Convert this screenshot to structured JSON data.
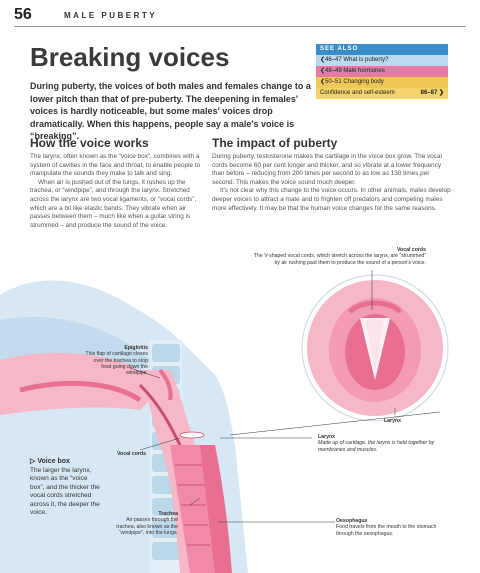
{
  "header": {
    "page_number": "56",
    "section": "MALE PUBERTY"
  },
  "title": "Breaking voices",
  "intro": "During puberty, the voices of both males and females change to a lower pitch than that of pre-puberty. The deepening in females' voices is hardly noticeable, but some males' voices drop dramatically. When this happens, people say a male's voice is “breaking”.",
  "see_also": {
    "heading": "SEE ALSO",
    "items": [
      {
        "label": "❮46–47 What is puberty?",
        "page": ""
      },
      {
        "label": "❮48–49 Male hormones",
        "page": ""
      },
      {
        "label": "❮50–51 Changing body",
        "page": ""
      },
      {
        "label": "Confidence and self-esteem",
        "page": "86–87 ❯"
      }
    ]
  },
  "left_column": {
    "title": "How the voice works",
    "paragraphs": [
      "The larynx, often known as the “voice box”, combines with a system of cavities in the face and throat, to enable people to manipulate the sounds they make to talk and sing.",
      "When air is pushed out of the lungs, it rushes up the trachea, or “windpipe”, and through the larynx. Stretched across the larynx are two vocal ligaments, or “vocal cords”, which are a bit like elastic bands. They vibrate when air passes between them – much like when a guitar string is strummed – and produce the sound of the voice."
    ]
  },
  "right_column": {
    "title": "The impact of puberty",
    "paragraphs": [
      "During puberty, testosterone makes the cartilage in the voice box grow. The vocal cords become 60 per cent longer and thicker, and so vibrate at a lower frequency than before – reducing from 200 times per second to as low as 130 times per second. This makes the voice sound much deeper.",
      "It's not clear why this change to the voice occurs. In other animals, males develop deeper voices to attract a mate and to frighten off predators and competing males more effectively. It may be that the human voice changes for the same reasons."
    ]
  },
  "annotations": {
    "vocal_cords_top": {
      "title": "Vocal cords",
      "text": "The V-shaped vocal cords, which stretch across the larynx, are “strummed” by air rushing past them to produce the sound of a person's voice."
    },
    "epiglottis": {
      "title": "Epiglottis",
      "text": "This flap of cartilage closes over the trachea to stop food going down the windpipe."
    },
    "larynx_right": {
      "title": "Larynx"
    },
    "larynx_detail": {
      "title": "Larynx",
      "text": "Made up of cartilage, the larynx is held together by membranes and muscles."
    },
    "vocal_cords_left": {
      "title": "Vocal cords"
    },
    "trachea": {
      "title": "Trachea",
      "text": "Air passes through the trachea, also known as the “windpipe”, into the lungs."
    },
    "oesophagus": {
      "title": "Oesophagus",
      "text": "Food travels from the mouth to the stomach through the oesophagus."
    }
  },
  "voice_box": {
    "heading": "Voice box",
    "text": "The larger the larynx, known as the “voice box”, and the thicker the vocal cords stretched across it, the deeper the voice."
  },
  "colors": {
    "see_also_head": "#3a8ec7",
    "tissue_pink": "#e86f8f",
    "tissue_light": "#f6b7c6",
    "bone_blue": "#bcd6ea",
    "skin": "#d7e8f4"
  }
}
